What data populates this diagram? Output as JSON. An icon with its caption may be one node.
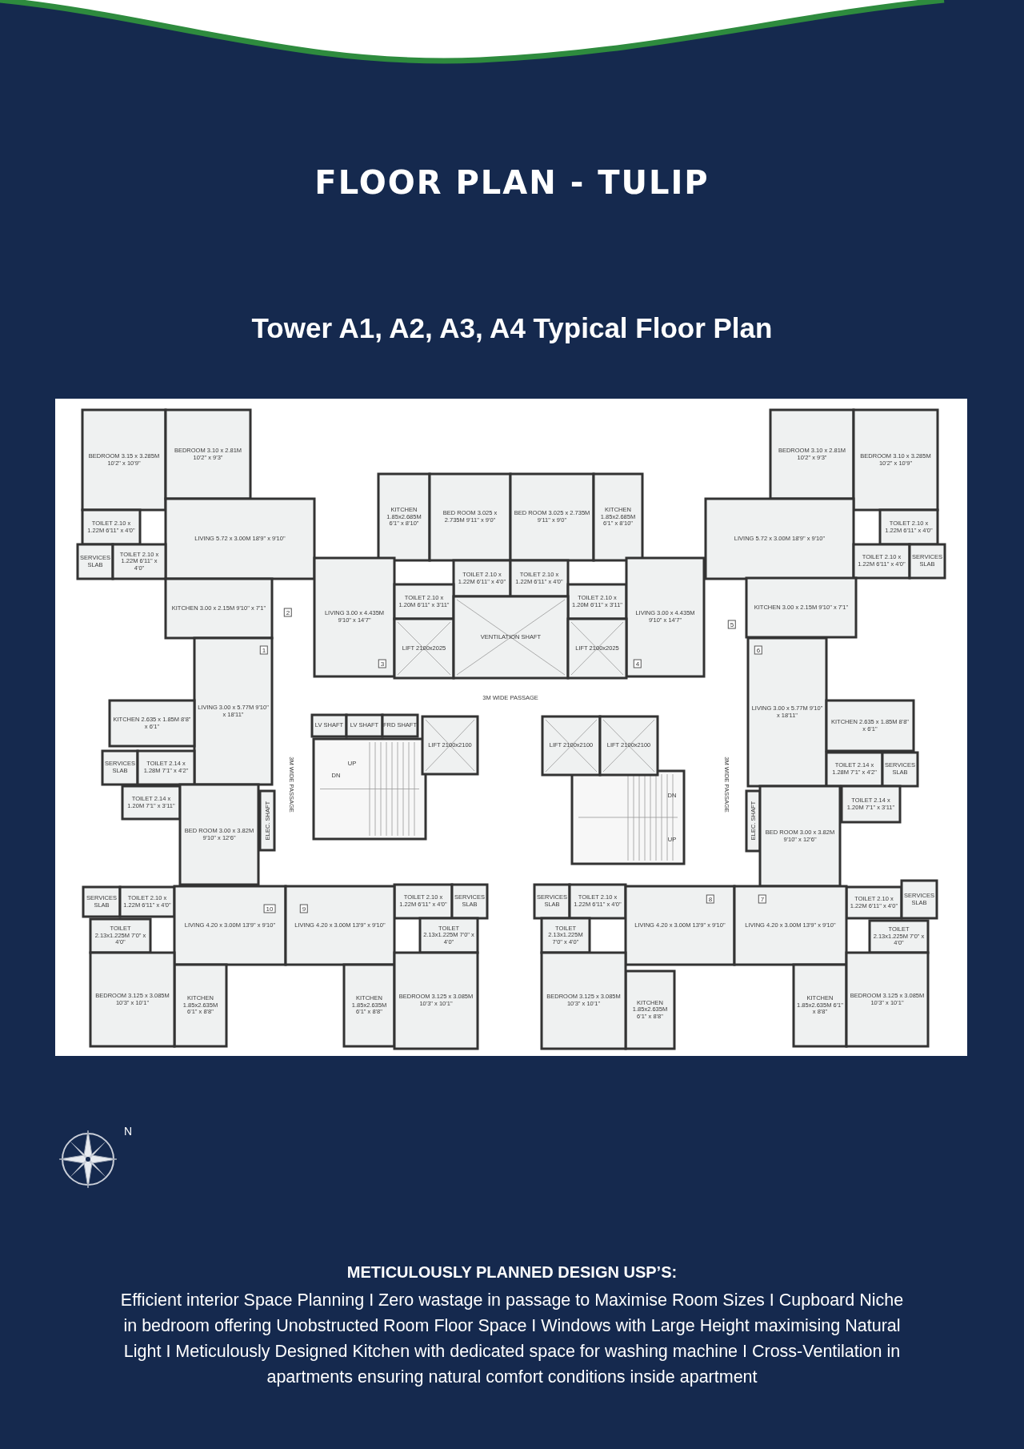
{
  "diagram": {
    "title": "FLOOR PLAN - TULIP",
    "labels": [
      "Tower A1, A2, A3, A4 Typical Floor Plan",
      "BEDROOM 3.15 x 3.285M 10'2\" x 10'9\"",
      "BEDROOM 3.10 x 2.81M 10'2\" x 9'3\"",
      "LIVING 5.72 x 3.00M 18'9\" x 9'10\"",
      "TOILET 2.10 x 1.22M 6'11\" x 4'0\"",
      "SERVICES SLAB",
      "TOILET 2.10 x 1.22M 6'11\" x 4'0\"",
      "KITCHEN 3.00 x 2.15M 9'10\" x 7'1\"",
      "2",
      "KITCHEN 1.85x2.685M 6'1\" x 8'10\"",
      "BED ROOM 3.025 x 2.735M 9'11\" x 9'0\"",
      "BED ROOM 3.025 x 2.735M 9'11\" x 9'0\"",
      "KITCHEN 1.85x2.685M 6'1\" x 8'10\"",
      "TOILET 2.10 x 1.22M 6'11\" x 4'0\"",
      "TOILET 2.10 x 1.22M 6'11\" x 4'0\"",
      "LIVING 3.00 x 4.435M 9'10\" x 14'7\"",
      "TOILET 2.10 x 1.20M 6'11\" x 3'11\"",
      "TOILET 2.10 x 1.20M 6'11\" x 3'11\"",
      "LIVING 3.00 x 4.435M 9'10\" x 14'7\"",
      "LIFT 2100x2025",
      "VENTILATION SHAFT",
      "LIFT 2100x2025",
      "3",
      "4",
      "BEDROOM 3.10 x 2.81M 10'2\" x 9'3\"",
      "BEDROOM 3.10 x 3.285M 10'2\" x 10'9\"",
      "LIVING 5.72 x 3.00M 18'9\" x 9'10\"",
      "TOILET 2.10 x 1.22M 6'11\" x 4'0\"",
      "TOILET 2.10 x 1.22M 6'11\" x 4'0\"",
      "SERVICES SLAB",
      "KITCHEN 3.00 x 2.15M 9'10\" x 7'1\"",
      "5",
      "3M WIDE PASSAGE",
      "1",
      "LIVING 3.00 x 5.77M 9'10\" x 18'11\"",
      "LV SHAFT",
      "LV SHAFT",
      "FRD SHAFT",
      "LIFT 2100x2100",
      "LIFT 2100x2100",
      "LIFT 2100x2100",
      "6",
      "LIVING 3.00 x 5.77M 9'10\" x 18'11\"",
      "KITCHEN 2.635 x 1.85M 8'8\" x 6'1\"",
      "KITCHEN 2.635 x 1.85M 8'8\" x 6'1\"",
      "SERVICES SLAB",
      "TOILET 2.14 x 1.28M 7'1\" x 4'2\"",
      "3M WIDE PASSAGE",
      "UP",
      "DN",
      "3M WIDE PASSAGE",
      "TOILET 2.14 x 1.28M 7'1\" x 4'2\"",
      "SERVICES SLAB",
      "TOILET 2.14 x 1.20M 7'1\" x 3'11\"",
      "TOILET 2.14 x 1.20M 7'1\" x 3'11\"",
      "BED ROOM 3.00 x 3.82M 9'10\" x 12'6\"",
      "ELEC. SHAFT",
      "DN",
      "ELEC. SHAFT",
      "BED ROOM 3.00 x 3.82M 9'10\" x 12'6\"",
      "UP",
      "SERVICES SLAB",
      "TOILET 2.10 x 1.22M 6'11\" x 4'0\"",
      "10",
      "9",
      "TOILET 2.10 x 1.22M 6'11\" x 4'0\"",
      "SERVICES SLAB",
      "SERVICES SLAB",
      "TOILET 2.10 x 1.22M 6'11\" x 4'0\"",
      "8",
      "7",
      "TOILET 2.10 x 1.22M 6'11\" x 4'0\"",
      "SERVICES SLAB",
      "TOILET 2.13x1.225M 7'0\" x 4'0\"",
      "LIVING 4.20 x 3.00M 13'9\" x 9'10\"",
      "LIVING 4.20 x 3.00M 13'9\" x 9'10\"",
      "TOILET 2.13x1.225M 7'0\" x 4'0\"",
      "TOILET 2.13x1.225M 7'0\" x 4'0\"",
      "LIVING 4.20 x 3.00M 13'9\" x 9'10\"",
      "LIVING 4.20 x 3.00M 13'9\" x 9'10\"",
      "TOILET 2.13x1.225M 7'0\" x 4'0\"",
      "KITCHEN 1.85x2.635M 6'1\" x 8'8\"",
      "KITCHEN 1.85x2.635M 6'1\" x 8'8\"",
      "KITCHEN 1.85x2.635M 6'1\" x 8'8\"",
      "KITCHEN 1.85x2.635M 6'1\" x 8'8\"",
      "BEDROOM 3.125 x 3.085M 10'3\" x 10'1\"",
      "BEDROOM 3.125 x 3.085M 10'3\" x 10'1\"",
      "BEDROOM 3.125 x 3.085M 10'3\" x 10'1\"",
      "BEDROOM 3.125 x 3.085M 10'3\" x 10'1\"",
      "N",
      "METICULOUSLY PLANNED DESIGN USP’S:",
      "Efficient interior Space Planning I Zero wastage in passage to Maximise Room Sizes I Cupboard Niche in bedroom offering Unobstructed Room Floor Space I Windows with Large Height maximising Natural Light I Meticulously Designed Kitchen with dedicated space for washing machine I Cross-Ventilation in apartments ensuring natural comfort conditions inside apartment"
    ]
  }
}
